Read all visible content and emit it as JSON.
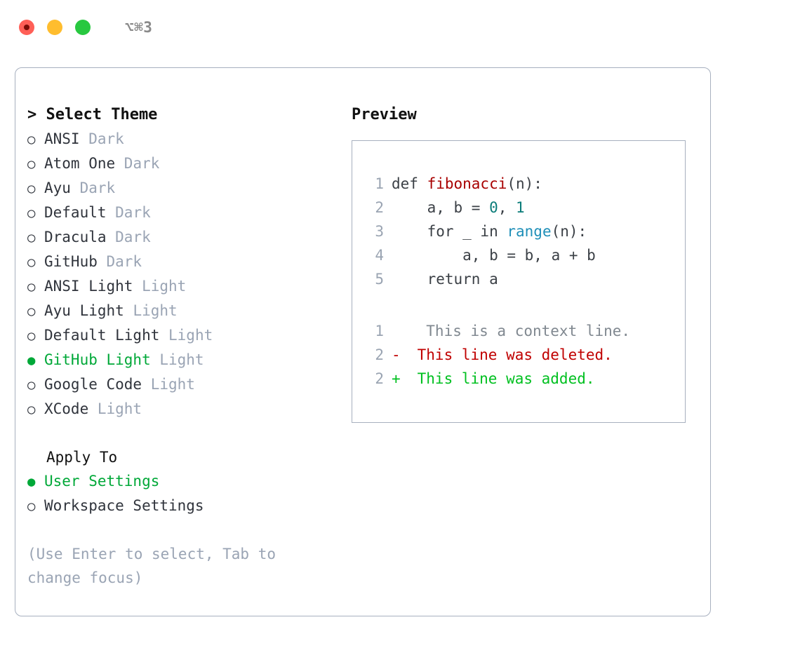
{
  "window": {
    "shortcut": "⌥⌘3",
    "traffic_lights": [
      {
        "name": "close-button",
        "color": "#ff5f57"
      },
      {
        "name": "minimize-button",
        "color": "#ffbd2e"
      },
      {
        "name": "maximize-button",
        "color": "#28c840"
      }
    ]
  },
  "colors": {
    "accent_green": "#00a838",
    "muted": "#9aa4b4",
    "text": "#30343c",
    "border": "#a7b0bf",
    "syntax_function": "#a80000",
    "syntax_number": "#0b7c79",
    "syntax_call": "#1f8fb8",
    "diff_added": "#00c020",
    "diff_deleted": "#c00000",
    "diff_context": "#808890"
  },
  "theme_panel": {
    "heading": "> Select Theme",
    "bullet_empty": "○",
    "bullet_filled": "●",
    "items": [
      {
        "name": "ANSI",
        "category": "Dark",
        "selected": false
      },
      {
        "name": "Atom One",
        "category": "Dark",
        "selected": false
      },
      {
        "name": "Ayu",
        "category": "Dark",
        "selected": false
      },
      {
        "name": "Default",
        "category": "Dark",
        "selected": false
      },
      {
        "name": "Dracula",
        "category": "Dark",
        "selected": false
      },
      {
        "name": "GitHub",
        "category": "Dark",
        "selected": false
      },
      {
        "name": "ANSI Light",
        "category": "Light",
        "selected": false
      },
      {
        "name": "Ayu Light",
        "category": "Light",
        "selected": false
      },
      {
        "name": "Default Light",
        "category": "Light",
        "selected": false
      },
      {
        "name": "GitHub Light",
        "category": "Light",
        "selected": true
      },
      {
        "name": "Google Code",
        "category": "Light",
        "selected": false
      },
      {
        "name": "XCode",
        "category": "Light",
        "selected": false
      }
    ]
  },
  "apply_to": {
    "heading": "Apply To",
    "options": [
      {
        "label": "User Settings",
        "selected": true
      },
      {
        "label": "Workspace Settings",
        "selected": false
      }
    ]
  },
  "hint": "(Use Enter to select, Tab to change focus)",
  "preview": {
    "title": "Preview",
    "code_lines": [
      {
        "num": "1",
        "tokens": [
          {
            "t": "def ",
            "c": "code-txt"
          },
          {
            "t": "fibonacci",
            "c": "tok-fn"
          },
          {
            "t": "(n):",
            "c": "code-txt"
          }
        ]
      },
      {
        "num": "2",
        "tokens": [
          {
            "t": "    a, b = ",
            "c": "code-txt"
          },
          {
            "t": "0",
            "c": "tok-num"
          },
          {
            "t": ", ",
            "c": "code-txt"
          },
          {
            "t": "1",
            "c": "tok-num"
          }
        ]
      },
      {
        "num": "3",
        "tokens": [
          {
            "t": "    for _ in ",
            "c": "code-txt"
          },
          {
            "t": "range",
            "c": "tok-call"
          },
          {
            "t": "(n):",
            "c": "code-txt"
          }
        ]
      },
      {
        "num": "4",
        "tokens": [
          {
            "t": "        a, b = b, a + b",
            "c": "code-txt"
          }
        ]
      },
      {
        "num": "5",
        "tokens": [
          {
            "t": "    return a",
            "c": "code-txt"
          }
        ]
      }
    ],
    "diff_lines": [
      {
        "num": "1",
        "sign": " ",
        "text": "  This is a context line.",
        "kind": "diff-ctx"
      },
      {
        "num": "2",
        "sign": "-",
        "text": " This line was deleted.",
        "kind": "diff-del"
      },
      {
        "num": "2",
        "sign": "+",
        "text": " This line was added.",
        "kind": "diff-add"
      }
    ]
  }
}
